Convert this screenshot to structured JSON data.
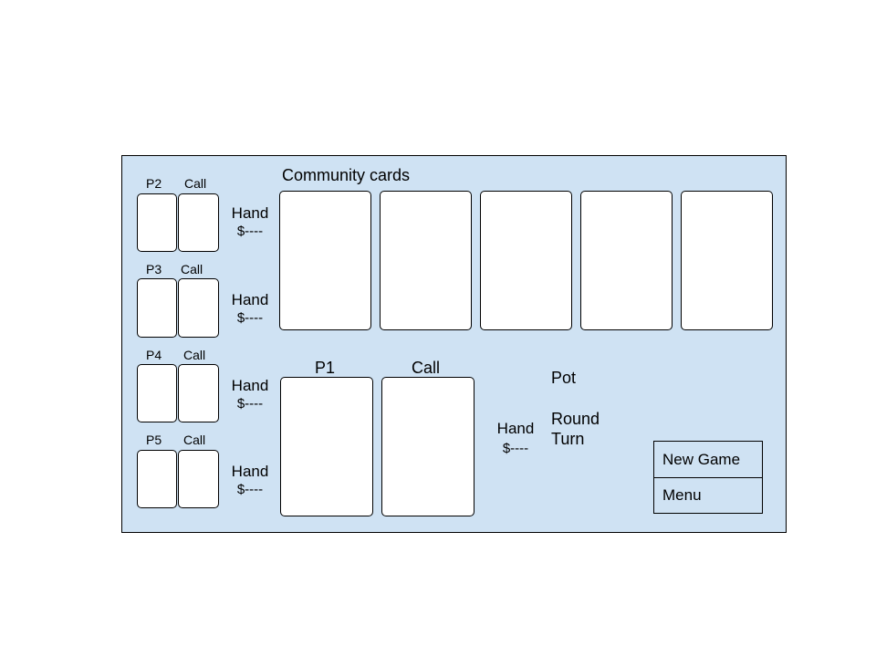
{
  "community": {
    "title": "Community cards"
  },
  "opponents": [
    {
      "name": "P2",
      "action": "Call",
      "hand": "Hand",
      "money": "$----"
    },
    {
      "name": "P3",
      "action": "Call",
      "hand": "Hand",
      "money": "$----"
    },
    {
      "name": "P4",
      "action": "Call",
      "hand": "Hand",
      "money": "$----"
    },
    {
      "name": "P5",
      "action": "Call",
      "hand": "Hand",
      "money": "$----"
    }
  ],
  "player": {
    "name": "P1",
    "action": "Call",
    "hand": "Hand",
    "money": "$----"
  },
  "info": {
    "pot": "Pot",
    "round": "Round",
    "turn": "Turn"
  },
  "menu": {
    "new_game": "New Game",
    "menu": "Menu"
  }
}
